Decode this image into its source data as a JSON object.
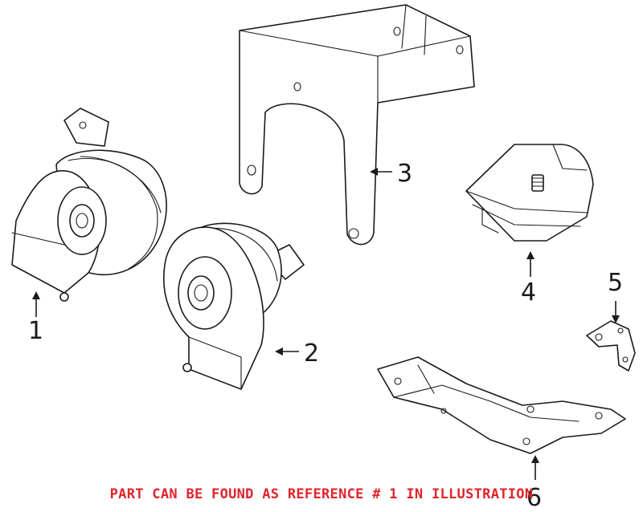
{
  "parts": [
    {
      "ref": "1",
      "name": "horn-low"
    },
    {
      "ref": "2",
      "name": "horn-high"
    },
    {
      "ref": "3",
      "name": "mounting-bracket"
    },
    {
      "ref": "4",
      "name": "horn-module"
    },
    {
      "ref": "5",
      "name": "small-bracket"
    },
    {
      "ref": "6",
      "name": "support-bracket"
    }
  ],
  "caption": "PART CAN BE FOUND AS REFERENCE # 1 IN ILLUSTRATION",
  "colors": {
    "caption": "#e0242b",
    "line": "#1a1a1a",
    "background": "#ffffff"
  }
}
